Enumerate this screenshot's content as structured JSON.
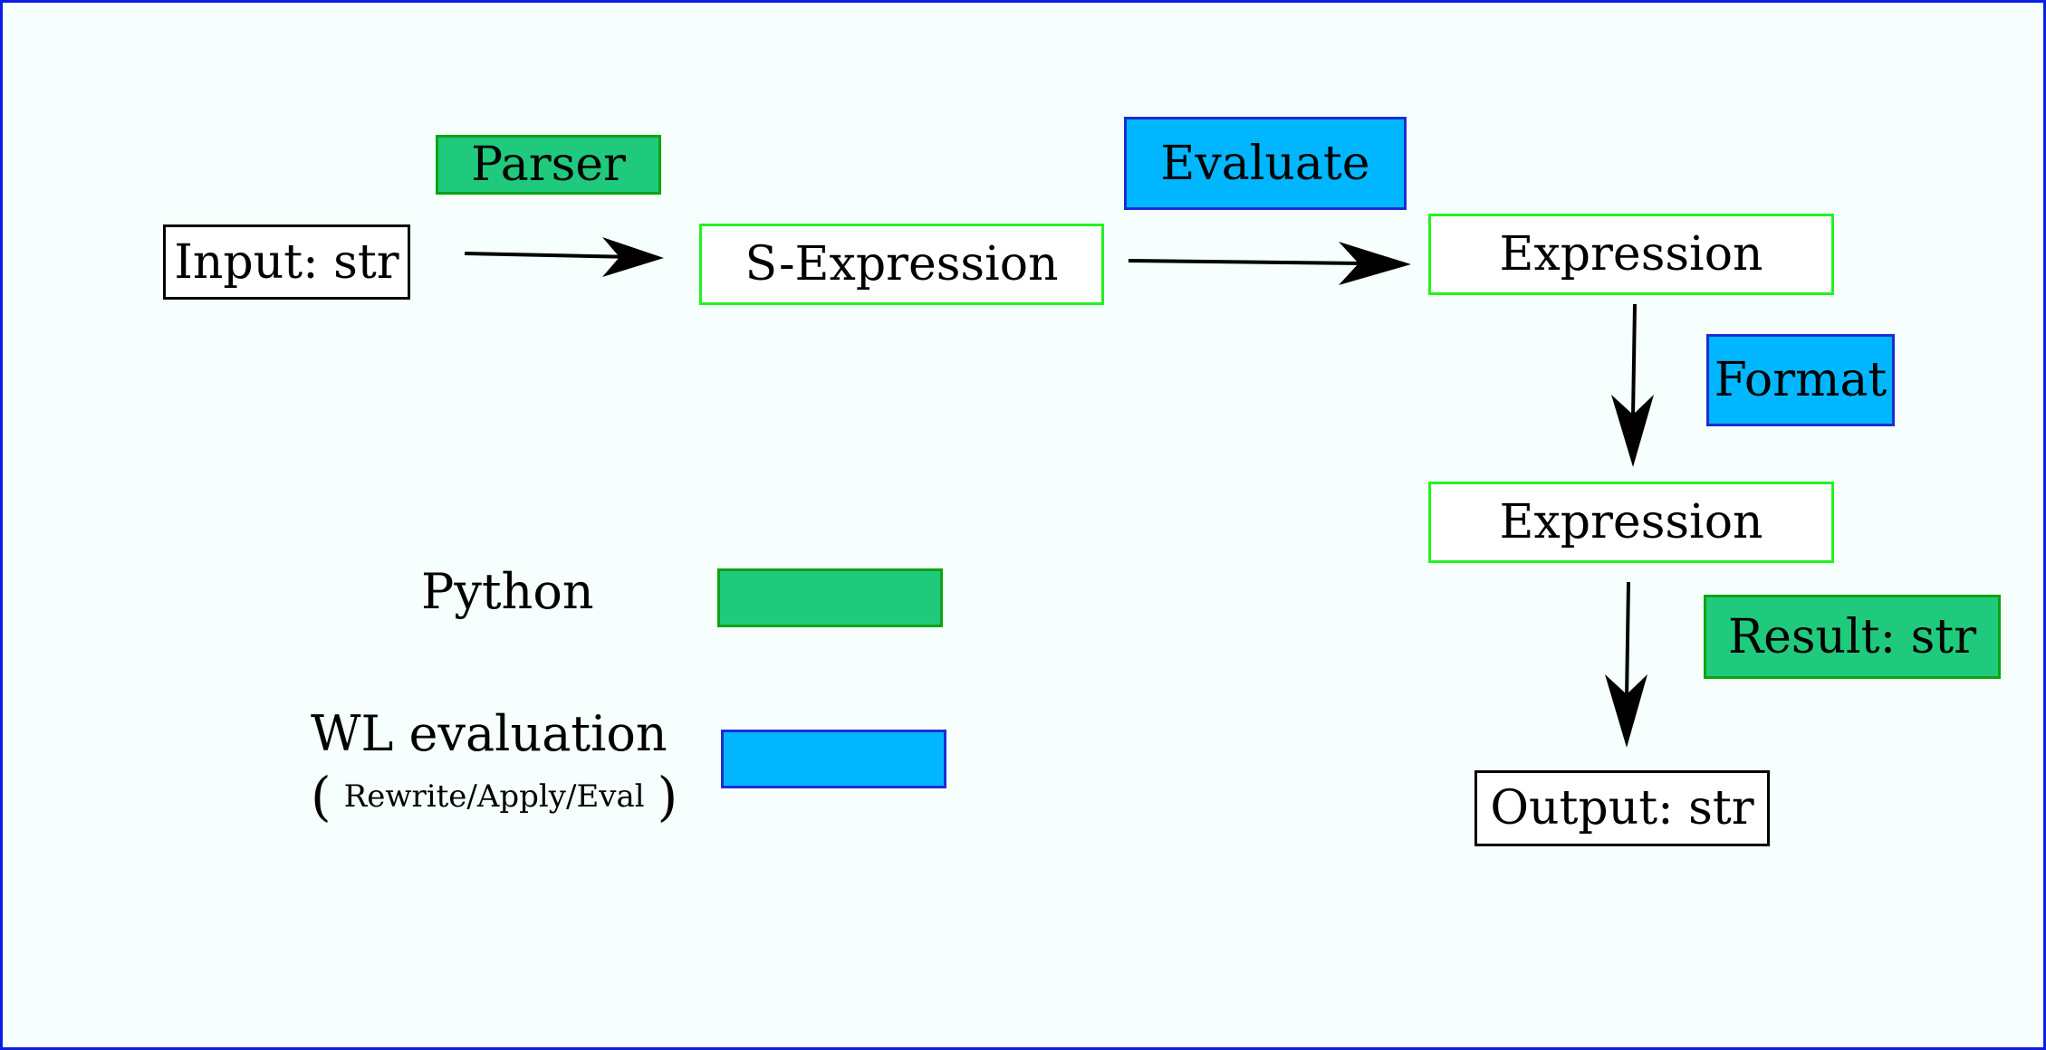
{
  "nodes": {
    "input": "Input: str",
    "sexpr": "S-Expression",
    "expr1": "Expression",
    "expr2": "Expression",
    "output": "Output: str"
  },
  "steps": {
    "parser": "Parser",
    "evaluate": "Evaluate",
    "format": "Format",
    "result": "Result: str"
  },
  "legend": {
    "python": "Python",
    "wl": "WL evaluation",
    "wl_open": "(",
    "wl_detail": "Rewrite/Apply/Eval",
    "wl_close": ")"
  },
  "colors": {
    "frame": "#0a1ee6",
    "background": "#f6fffe",
    "python_fill": "#20ca7d",
    "python_border": "#0da312",
    "wl_fill": "#00b7ff",
    "wl_border": "#1b2ed4",
    "data_border": "#22f222",
    "io_border": "#000000"
  }
}
